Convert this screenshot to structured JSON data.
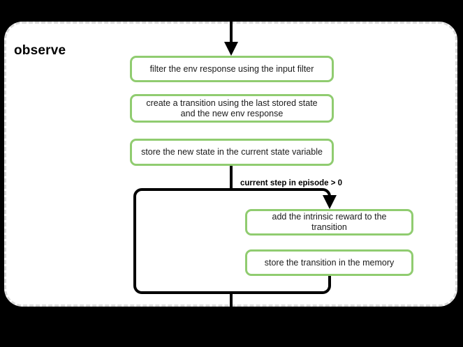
{
  "diagram": {
    "type": "flowchart",
    "title": "observe",
    "background_color": "#000000",
    "scope_fill": "#ffffff",
    "scope_border_color": "#d9d9d9",
    "node_border_color": "#90cc70",
    "connector_color": "#000000",
    "nodes": [
      {
        "id": "filter",
        "label": "filter the env response using the input filter"
      },
      {
        "id": "create",
        "label": "create a transition using the last stored state and the new env response"
      },
      {
        "id": "store",
        "label": "store the new state in the current state variable"
      },
      {
        "id": "reward",
        "label": "add the intrinsic reward to the transition"
      },
      {
        "id": "memory",
        "label": "store the transition in the memory"
      }
    ],
    "edges": [
      {
        "id": "entry",
        "label": ""
      },
      {
        "id": "condition",
        "label": "current step in episode > 0"
      },
      {
        "id": "bypass",
        "label": ""
      },
      {
        "id": "exit",
        "label": ""
      }
    ]
  }
}
